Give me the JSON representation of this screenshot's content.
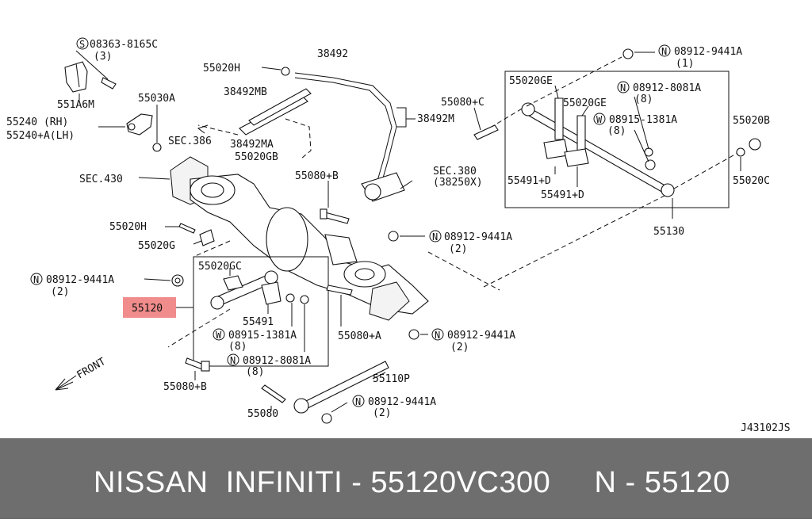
{
  "callouts": {
    "c01": "S",
    "c01b": "08363-8165C",
    "c01c": "(3)",
    "c02": "551A6M",
    "c03": "55240  (RH)",
    "c04": "55240+A(LH)",
    "c05": "55030A",
    "c06": "55020H",
    "c07": "38492",
    "c08": "38492MB",
    "c09": "SEC.386",
    "c10": "38492MA",
    "c11": "55020GB",
    "c12": "38492M",
    "c13": "55080+C",
    "c14": "SEC.430",
    "c15": "55080+B",
    "c16": "SEC.380",
    "c16b": "(38250X)",
    "c17": "55020H",
    "c18": "55020G",
    "c19": "N",
    "c19b": "08912-9441A",
    "c19c": "(2)",
    "c20": "55020GC",
    "c21": "N",
    "c21b": "08912-9441A",
    "c21c": "(2)",
    "c22": "55120",
    "c23": "55491",
    "c24": "W",
    "c24b": "08915-1381A",
    "c24c": "(8)",
    "c25": "N",
    "c25b": "08912-8081A",
    "c25c": "(8)",
    "c26": "55080+A",
    "c27": "N",
    "c27b": "08912-9441A",
    "c27c": "(2)",
    "c28": "55110P",
    "c29": "55080+B",
    "c30": "55080",
    "c31": "N",
    "c31b": "08912-9441A",
    "c31c": "(2)",
    "c32": "FRONT",
    "c33": "N",
    "c33b": "08912-9441A",
    "c33c": "(1)",
    "c34": "55020GE",
    "c35": "55020GE",
    "c36": "N",
    "c36b": "08912-8081A",
    "c36c": "(8)",
    "c37": "W",
    "c37b": "08915-1381A",
    "c37c": "(8)",
    "c38": "55020B",
    "c39": "55020C",
    "c40": "55491+D",
    "c41": "55491+D",
    "c42": "55130",
    "c43": "J43102JS"
  },
  "highlight_color": "#f08c8c",
  "footer": {
    "text": "NISSAN  INFINITI - 55120VC300     N - 55120",
    "background": "#6e6e6e",
    "color": "#ffffff"
  }
}
